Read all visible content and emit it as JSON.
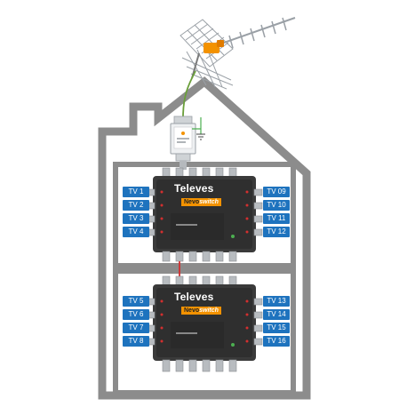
{
  "multiswitch_top": {
    "brand": "Televes",
    "product_prefix": "Nevo",
    "product_suffix": "switch",
    "outputs_left": [
      "TV 1",
      "TV 2",
      "TV 3",
      "TV 4"
    ],
    "outputs_right": [
      "TV 09",
      "TV 10",
      "TV 11",
      "TV 12"
    ]
  },
  "multiswitch_bottom": {
    "brand": "Televes",
    "product_prefix": "Nevo",
    "product_suffix": "switch",
    "outputs_left": [
      "TV 5",
      "TV 6",
      "TV 7",
      "TV 8"
    ],
    "outputs_right": [
      "TV 13",
      "TV 14",
      "TV 15",
      "TV 16"
    ]
  },
  "colors": {
    "house_outline": "#8c8c8c",
    "label_bg": "#1e73be",
    "switch_body": "#3a3a3a",
    "accent": "#f39200",
    "ground_cable": "#4caf50",
    "link_cable": "#d32f2f"
  },
  "icons": [
    "tv-antenna-icon",
    "ground-icon",
    "amplifier-icon"
  ]
}
